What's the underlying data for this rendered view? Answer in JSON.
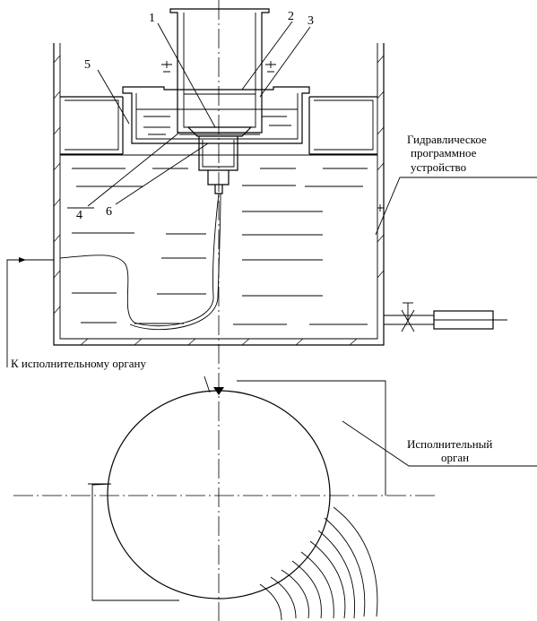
{
  "labels": {
    "n1": "1",
    "n2": "2",
    "n3": "3",
    "n4": "4",
    "n5": "5",
    "n6": "6",
    "device_line1": "Гидравлическое",
    "device_line2": "программное",
    "device_line3": "устройство",
    "to_organ": "К исполнительному органу",
    "organ_line1": "Исполнительный",
    "organ_line2": "орган"
  }
}
